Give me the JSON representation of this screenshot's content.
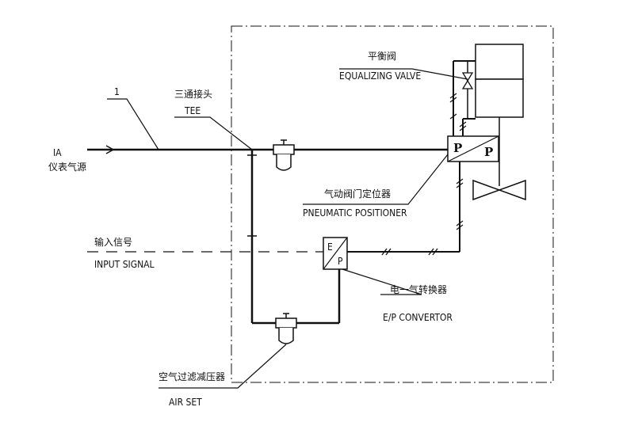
{
  "labels": {
    "line_number": "1",
    "ia": "IA",
    "ia_cn": "仪表气源",
    "tee_cn": "三通接头",
    "tee": "TEE",
    "equalizing_valve_cn": "平衡阀",
    "equalizing_valve": "EQUALIZING VALVE",
    "positioner_cn": "气动阀门定位器",
    "positioner": "PNEUMATIC POSITIONER",
    "input_signal_cn": "输入信号",
    "input_signal": "INPUT SIGNAL",
    "ep_convertor_cn": "电一气转换器",
    "ep_convertor": "E/P CONVERTOR",
    "air_set_cn": "空气过滤减压器",
    "air_set": "AIR SET"
  },
  "symbols": {
    "positioner_left": "P",
    "positioner_right": "P",
    "ep_top": "E",
    "ep_bottom": "P"
  }
}
